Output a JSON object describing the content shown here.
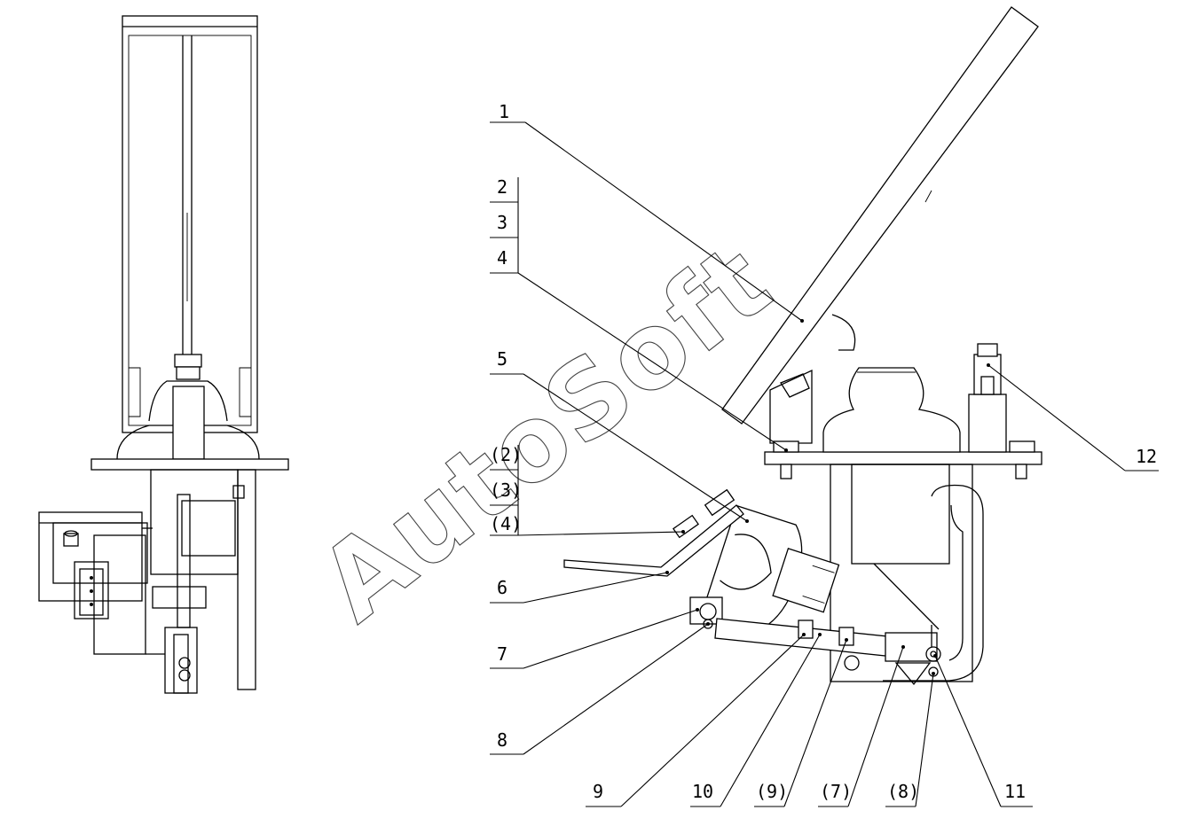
{
  "watermark": "AutoSoft",
  "callouts": [
    {
      "id": "c1",
      "text": "1"
    },
    {
      "id": "c2",
      "text": "2"
    },
    {
      "id": "c3",
      "text": "3"
    },
    {
      "id": "c4",
      "text": "4"
    },
    {
      "id": "c5",
      "text": "5"
    },
    {
      "id": "c2p",
      "text": "(2)"
    },
    {
      "id": "c3p",
      "text": "(3)"
    },
    {
      "id": "c4p",
      "text": "(4)"
    },
    {
      "id": "c6",
      "text": "6"
    },
    {
      "id": "c7",
      "text": "7"
    },
    {
      "id": "c8",
      "text": "8"
    },
    {
      "id": "c9",
      "text": "9"
    },
    {
      "id": "c10",
      "text": "10"
    },
    {
      "id": "c9p",
      "text": "(9)"
    },
    {
      "id": "c7p",
      "text": "(7)"
    },
    {
      "id": "c8p",
      "text": "(8)"
    },
    {
      "id": "c11",
      "text": "11"
    },
    {
      "id": "c12",
      "text": "12"
    }
  ]
}
